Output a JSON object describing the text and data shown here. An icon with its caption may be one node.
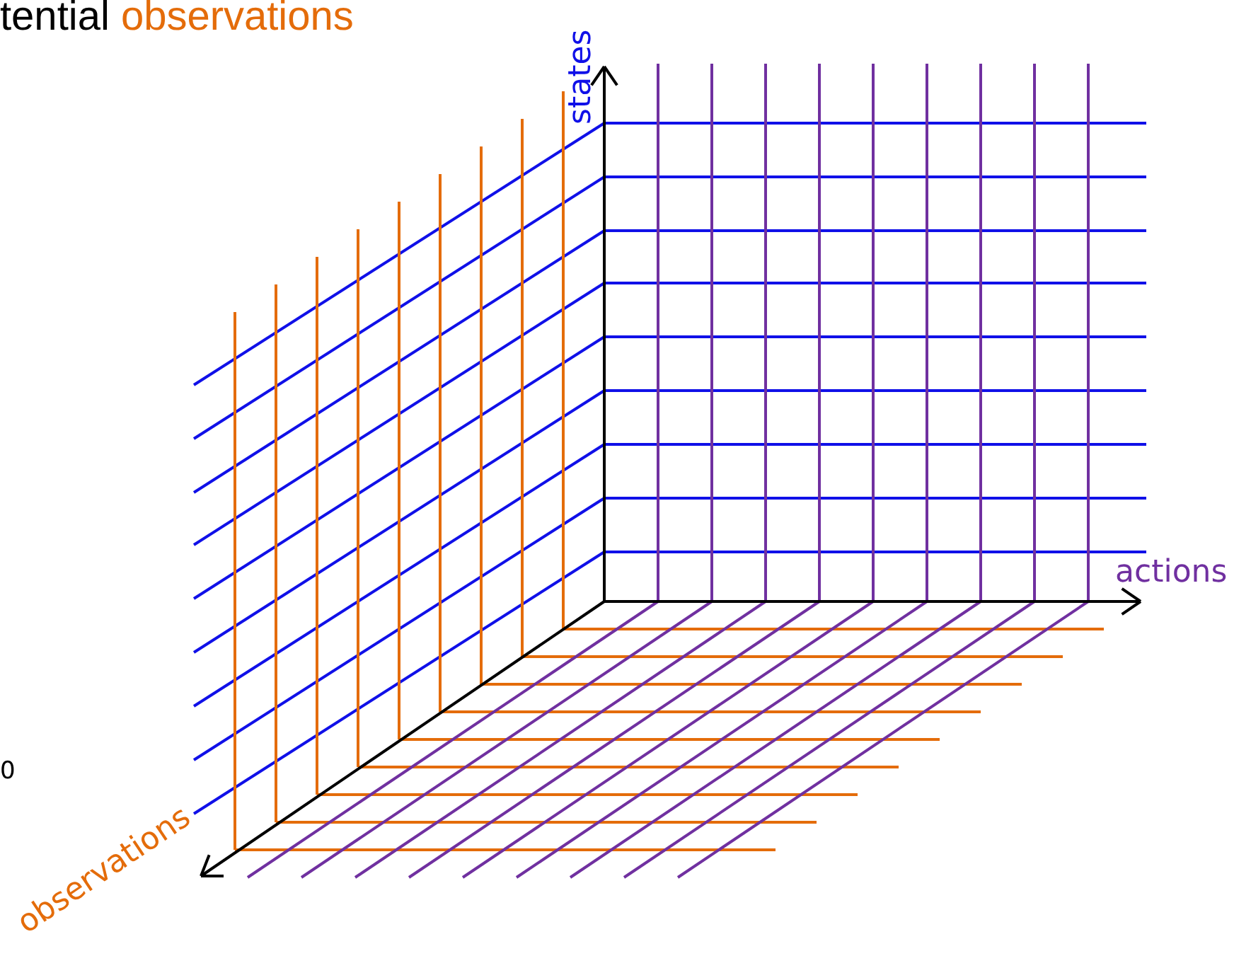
{
  "diagram": {
    "title": "tential observations",
    "labels": [
      "states",
      "actions",
      "observations",
      "0"
    ]
  }
}
